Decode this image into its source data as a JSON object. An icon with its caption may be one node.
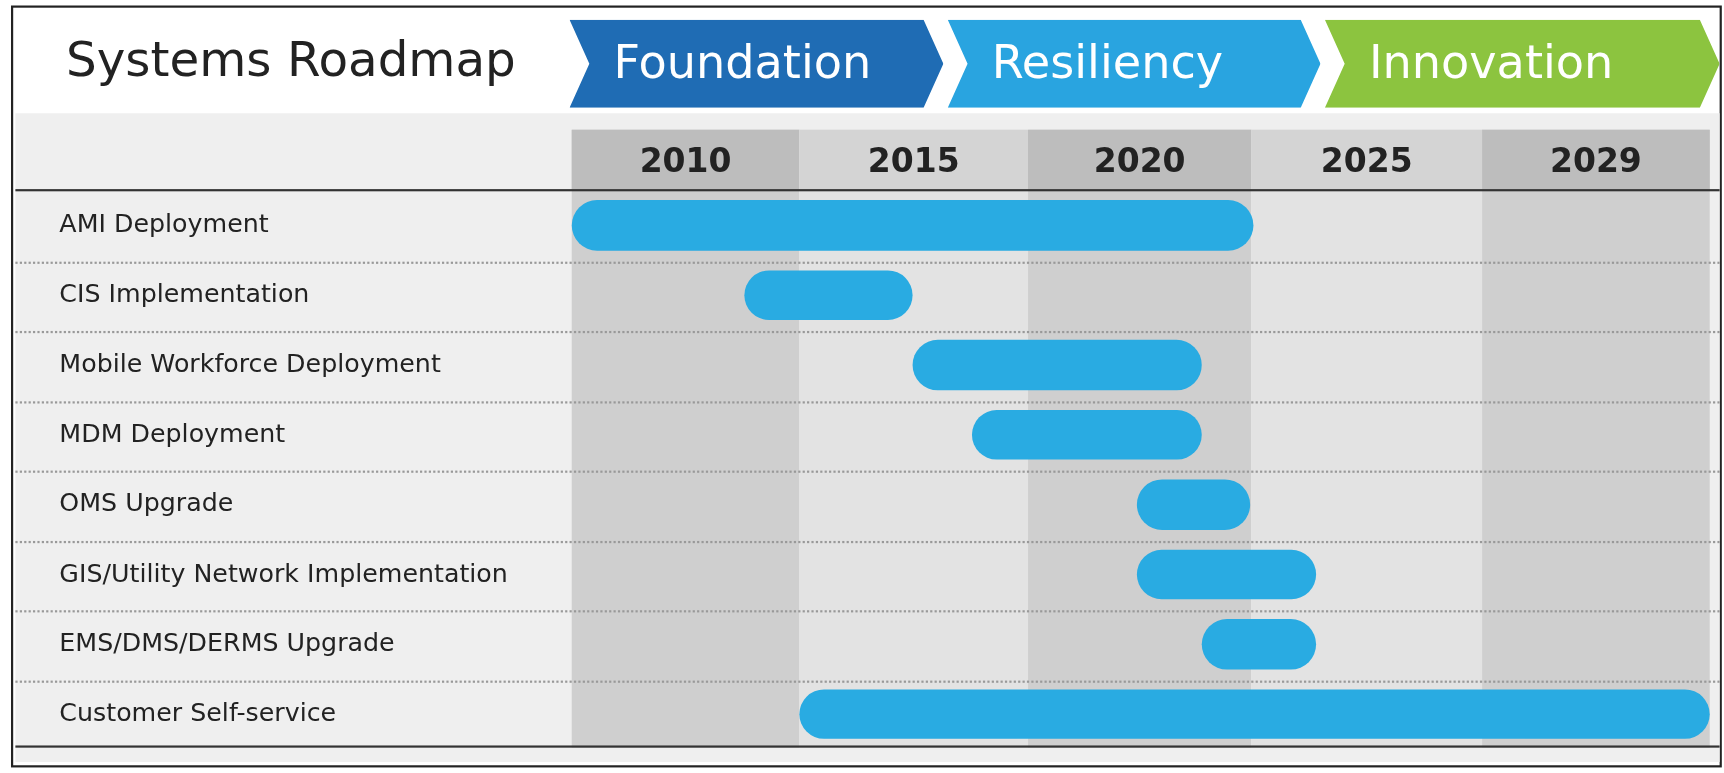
{
  "diagram": {
    "title": "Systems Roadmap",
    "nodes": [
      {
        "text": [
          "Foundation"
        ]
      },
      {
        "text": [
          "Resiliency"
        ]
      },
      {
        "text": [
          "Innovation"
        ]
      },
      {
        "text": [],
        "shape": "bar"
      },
      {
        "text": [],
        "shape": "bar"
      },
      {
        "text": [],
        "shape": "bar"
      },
      {
        "text": [],
        "shape": "bar"
      },
      {
        "text": [],
        "shape": "bar"
      },
      {
        "text": [],
        "shape": "bar"
      },
      {
        "text": [],
        "shape": "bar"
      },
      {
        "text": [],
        "shape": "bar"
      }
    ],
    "labels": [
      "2010",
      "2015",
      "2020",
      "2025",
      "2029",
      "AMI Deployment",
      "CIS Implementation",
      "Mobile Workforce Deployment",
      "MDM Deployment",
      "OMS Upgrade",
      "GIS/Utility Network Implementation",
      "EMS/DMS/DERMS Upgrade",
      "Customer Self-service"
    ]
  }
}
